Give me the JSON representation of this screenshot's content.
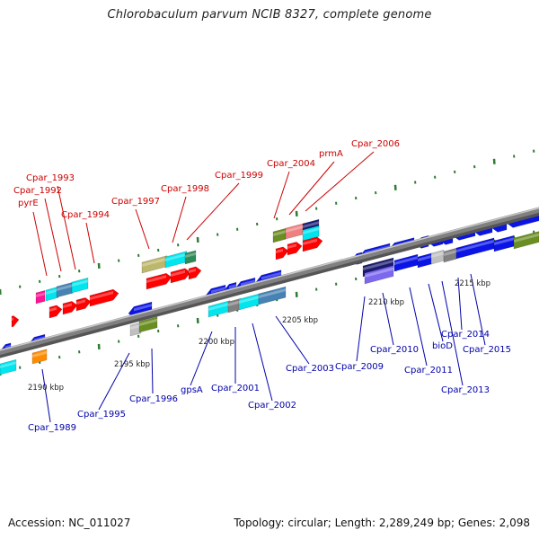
{
  "title": "Chlorobaculum parvum NCIB 8327, complete genome",
  "footer": {
    "accession": "Accession: NC_011027",
    "stats": "Topology: circular; Length: 2,289,249 bp; Genes: 2,098"
  },
  "colors": {
    "strand_forward_label": "#cc0000",
    "strand_reverse_label": "#0000aa",
    "backbone": "#808080",
    "tick_marks": "#2e7d32",
    "red": "#ff0000",
    "magenta": "#ff1493",
    "blue": "#0a14e6",
    "cyan": "#00e5ee",
    "steelblue": "#4682b4",
    "olive": "#6b8e23",
    "khaki": "#bdb76b",
    "pink": "#f08080",
    "navy": "#191970",
    "slate": "#7b68ee",
    "gray": "#808080",
    "silver": "#c0c0c0",
    "orange": "#ff8c00",
    "green": "#2e8b57"
  },
  "scale_labels": [
    "2190 kbp",
    "2195 kbp",
    "2200 kbp",
    "2205 kbp",
    "2210 kbp",
    "2215 kbp"
  ],
  "labels_forward": [
    "pyrE",
    "Cpar_1992",
    "Cpar_1993",
    "Cpar_1994",
    "Cpar_1997",
    "Cpar_1998",
    "Cpar_1999",
    "Cpar_2004",
    "prmA",
    "Cpar_2006"
  ],
  "labels_reverse": [
    "Cpar_1989",
    "Cpar_1995",
    "Cpar_1996",
    "gpsA",
    "Cpar_2001",
    "Cpar_2002",
    "Cpar_2003",
    "Cpar_2009",
    "Cpar_2010",
    "Cpar_2011",
    "bioD",
    "Cpar_2013",
    "Cpar_2014",
    "Cpar_2015"
  ]
}
